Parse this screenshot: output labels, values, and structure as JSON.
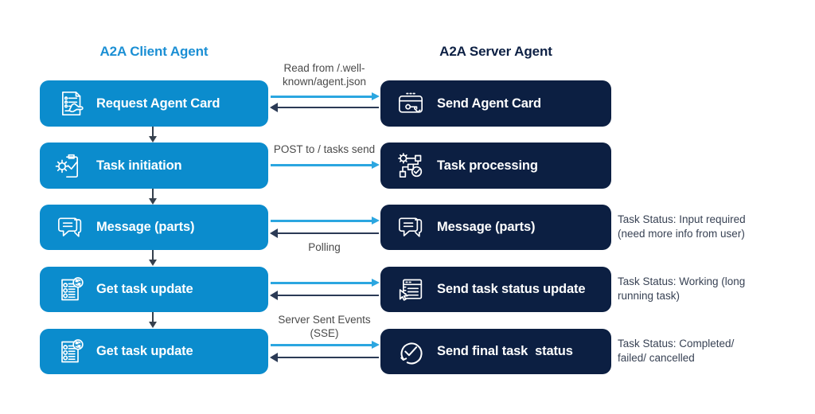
{
  "headers": {
    "client": "A2A Client Agent",
    "server": "A2A Server Agent"
  },
  "colors": {
    "client_box": "#0b8ccd",
    "server_box": "#0c1f42",
    "client_header_text": "#1b8fd4",
    "server_header_text": "#0d2044",
    "request_arrow": "#2ba6e0",
    "response_arrow": "#2b3a55",
    "flow_arrow": "#36404d",
    "note_text": "#384254",
    "mid_label_text": "#4a4a4a",
    "background": "#ffffff"
  },
  "rows": [
    {
      "client": {
        "label": "Request Agent Card",
        "icon": "document-checklist-hand-icon"
      },
      "server": {
        "label": "Send Agent Card",
        "icon": "id-card-key-icon"
      },
      "mid_label": "Read from /.well-\nknown/agent.json",
      "note": ""
    },
    {
      "client": {
        "label": "Task initiation",
        "icon": "clipboard-gear-check-icon"
      },
      "server": {
        "label": "Task processing",
        "icon": "workflow-gear-check-icon"
      },
      "mid_label": "POST to / tasks send",
      "note": ""
    },
    {
      "client": {
        "label": "Message (parts)",
        "icon": "chat-bubbles-icon"
      },
      "server": {
        "label": "Message (parts)",
        "icon": "chat-bubbles-icon"
      },
      "mid_label": "Polling",
      "note": "Task Status: Input required\n(need more info from user)"
    },
    {
      "client": {
        "label": "Get task update",
        "icon": "checklist-refresh-icon"
      },
      "server": {
        "label": "Send task status update",
        "icon": "status-window-cursor-icon"
      },
      "mid_label": "",
      "note": "Task Status: Working (long\nrunning task)"
    },
    {
      "client": {
        "label": "Get task update",
        "icon": "checklist-refresh-icon"
      },
      "server": {
        "label": "Send final task  status",
        "icon": "check-circle-icon"
      },
      "mid_label": "Server Sent Events\n(SSE)",
      "note": "Task Status: Completed/\nfailed/ cancelled"
    }
  ],
  "flow_arrows": {
    "down_icon": "arrow-down-icon",
    "request_icon": "arrow-right-icon",
    "response_icon": "arrow-left-icon"
  }
}
